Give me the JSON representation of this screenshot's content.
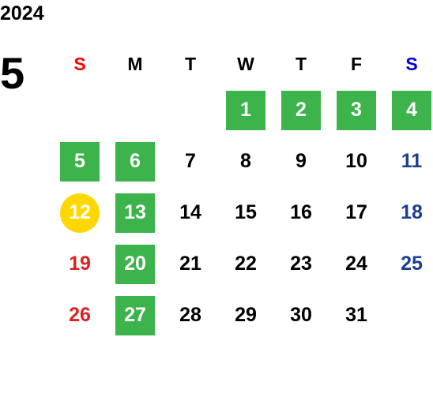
{
  "calendar": {
    "year": "2024",
    "month": "5",
    "weekdays": [
      "S",
      "M",
      "T",
      "W",
      "T",
      "F",
      "S"
    ],
    "weeks": [
      [
        null,
        null,
        null,
        {
          "day": "1",
          "mark": "green"
        },
        {
          "day": "2",
          "mark": "green"
        },
        {
          "day": "3",
          "mark": "green"
        },
        {
          "day": "4",
          "mark": "green"
        }
      ],
      [
        {
          "day": "5",
          "mark": "green"
        },
        {
          "day": "6",
          "mark": "green"
        },
        {
          "day": "7"
        },
        {
          "day": "8"
        },
        {
          "day": "9"
        },
        {
          "day": "10"
        },
        {
          "day": "11"
        }
      ],
      [
        {
          "day": "12",
          "mark": "gold"
        },
        {
          "day": "13",
          "mark": "green"
        },
        {
          "day": "14"
        },
        {
          "day": "15"
        },
        {
          "day": "16"
        },
        {
          "day": "17"
        },
        {
          "day": "18"
        }
      ],
      [
        {
          "day": "19"
        },
        {
          "day": "20",
          "mark": "green"
        },
        {
          "day": "21"
        },
        {
          "day": "22"
        },
        {
          "day": "23"
        },
        {
          "day": "24"
        },
        {
          "day": "25"
        }
      ],
      [
        {
          "day": "26"
        },
        {
          "day": "27",
          "mark": "green"
        },
        {
          "day": "28"
        },
        {
          "day": "29"
        },
        {
          "day": "30"
        },
        {
          "day": "31"
        },
        null
      ]
    ]
  },
  "colors": {
    "sunday_header": "#ff0000",
    "saturday_header": "#0000dd",
    "sunday_text": "#dd2222",
    "saturday_text": "#1a3f8f",
    "highlight_green": "#3cb44b",
    "highlight_gold": "#ffd700"
  }
}
